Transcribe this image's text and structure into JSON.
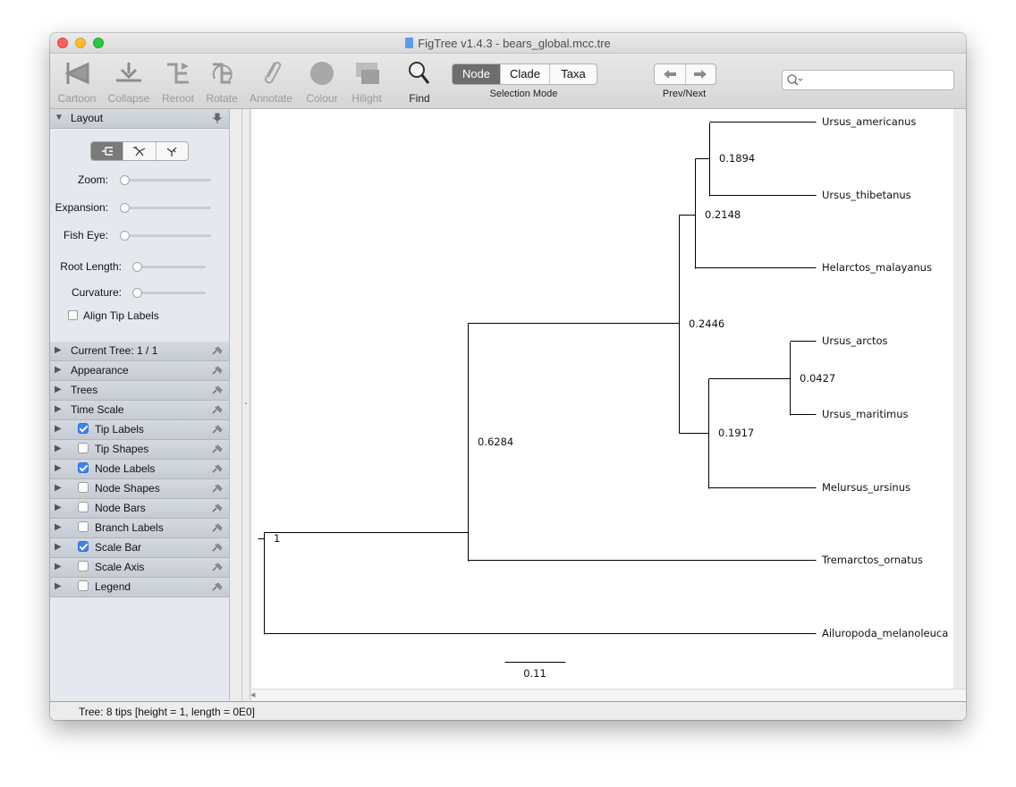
{
  "window": {
    "title": "FigTree v1.4.3 - bears_global.mcc.tre"
  },
  "toolbar": {
    "tools": [
      {
        "label": "Cartoon",
        "icon": "cartoon-icon"
      },
      {
        "label": "Collapse",
        "icon": "collapse-icon"
      },
      {
        "label": "Reroot",
        "icon": "reroot-icon"
      },
      {
        "label": "Rotate",
        "icon": "rotate-icon"
      },
      {
        "label": "Annotate",
        "icon": "annotate-icon"
      },
      {
        "label": "Colour",
        "icon": "colour-icon"
      },
      {
        "label": "Hilight",
        "icon": "hilight-icon"
      },
      {
        "label": "Find",
        "icon": "find-icon"
      }
    ],
    "selection_mode": {
      "options": [
        "Node",
        "Clade",
        "Taxa"
      ],
      "selected": "Node",
      "label": "Selection Mode"
    },
    "prev_next_label": "Prev/Next",
    "search": {
      "value": "",
      "placeholder": ""
    }
  },
  "sidebar": {
    "layout": {
      "title": "Layout",
      "sliders": [
        {
          "label": "Zoom:",
          "value": 0
        },
        {
          "label": "Expansion:",
          "value": 0
        },
        {
          "label": "Fish Eye:",
          "value": 0
        },
        {
          "label": "Root Length:",
          "value": 0
        },
        {
          "label": "Curvature:",
          "value": 0
        }
      ],
      "align_tip_labels": {
        "label": "Align Tip Labels",
        "checked": false
      }
    },
    "panels": [
      {
        "label": "Current Tree: 1 / 1",
        "checkbox": null
      },
      {
        "label": "Appearance",
        "checkbox": null
      },
      {
        "label": "Trees",
        "checkbox": null
      },
      {
        "label": "Time Scale",
        "checkbox": null
      },
      {
        "label": "Tip Labels",
        "checkbox": true
      },
      {
        "label": "Tip Shapes",
        "checkbox": false
      },
      {
        "label": "Node Labels",
        "checkbox": true
      },
      {
        "label": "Node Shapes",
        "checkbox": false
      },
      {
        "label": "Node Bars",
        "checkbox": false
      },
      {
        "label": "Branch Labels",
        "checkbox": false
      },
      {
        "label": "Scale Bar",
        "checkbox": true
      },
      {
        "label": "Scale Axis",
        "checkbox": false
      },
      {
        "label": "Legend",
        "checkbox": false
      }
    ]
  },
  "tree": {
    "tips": [
      "Ursus_americanus",
      "Ursus_thibetanus",
      "Helarctos_malayanus",
      "Ursus_arctos",
      "Ursus_maritimus",
      "Melursus_ursinus",
      "Tremarctos_ornatus",
      "Ailuropoda_melanoleuca"
    ],
    "node_labels": [
      "1",
      "0.6284",
      "0.2446",
      "0.2148",
      "0.1894",
      "0.1917",
      "0.0427"
    ],
    "scale_bar_label": "0.11"
  },
  "status": {
    "text": "Tree: 8 tips [height = 1, length = 0E0]"
  }
}
